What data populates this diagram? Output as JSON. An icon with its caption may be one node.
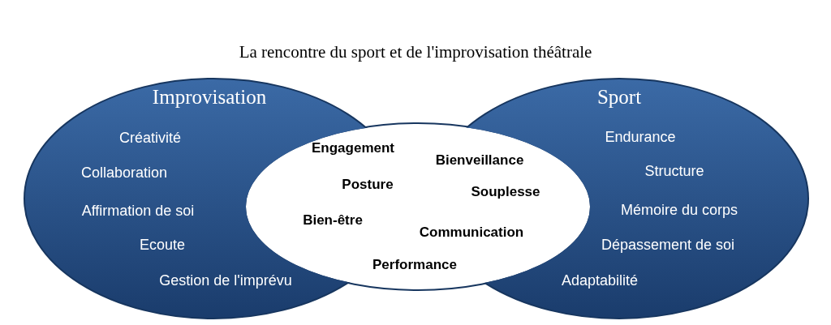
{
  "diagram": {
    "title": "La rencontre du sport et de l'improvisation théâtrale",
    "nodes": [
      {
        "text": [
          "Improvisation",
          "Créativité",
          "Collaboration",
          "Affirmation de soi",
          "Ecoute",
          "Gestion de l'imprévu"
        ]
      },
      {
        "text": [
          "Sport",
          "Endurance",
          "Structure",
          "Mémoire du corps",
          "Dépassement de soi",
          "Adaptabilité"
        ]
      },
      {
        "text": [
          "Engagement",
          "Bienveillance",
          "Posture",
          "Souplesse",
          "Bien-être",
          "Communication",
          "Performance"
        ]
      }
    ],
    "edges": []
  }
}
